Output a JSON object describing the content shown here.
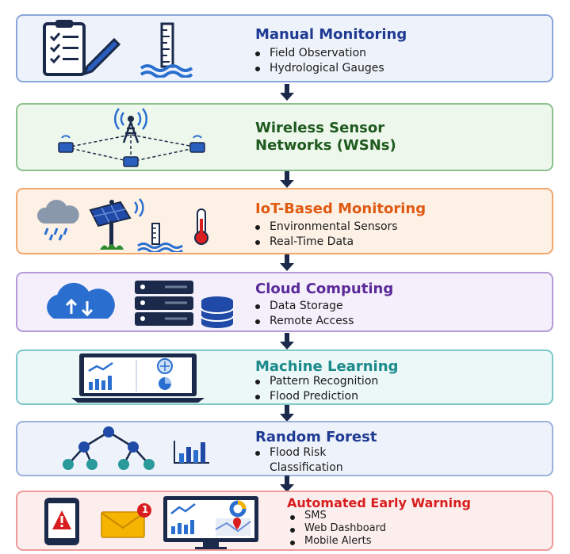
{
  "stages": [
    {
      "title": "Manual Monitoring",
      "bullets": [
        "Field Observation",
        "Hydrological Gauges"
      ],
      "color": "#1f3a93",
      "border": "#8aa6d8",
      "bg": "#eef3fb"
    },
    {
      "title": "Wireless Sensor",
      "title2": "Networks (WSNs)",
      "bullets": [],
      "color": "#1e5a1e",
      "border": "#8cc08c",
      "bg": "#eef7ec"
    },
    {
      "title": "IoT-Based Monitoring",
      "bullets": [
        "Environmental Sensors",
        "Real-Time Data"
      ],
      "color": "#e05a12",
      "border": "#f2a66a",
      "bg": "#fdf1e6"
    },
    {
      "title": "Cloud Computing",
      "bullets": [
        "Data Storage",
        "Remote Access"
      ],
      "color": "#5a2a9a",
      "border": "#b49ad8",
      "bg": "#f4effa"
    },
    {
      "title": "Machine Learning",
      "bullets": [
        "Pattern Recognition",
        "Flood Prediction"
      ],
      "color": "#1b8a8a",
      "border": "#7cc8c8",
      "bg": "#ecf7f7"
    },
    {
      "title": "Random Forest",
      "bullets": [
        "Flood Risk",
        "Classification"
      ],
      "color": "#1f3a93",
      "border": "#9ab2dc",
      "bg": "#eef3fb"
    },
    {
      "title": "Automated Early Warning",
      "bullets": [
        "SMS",
        "Web Dashboard",
        "Mobile Alerts"
      ],
      "color": "#d81e1e",
      "border": "#ee9a9a",
      "bg": "#fdeeee"
    }
  ],
  "icons": {
    "manual": [
      "clipboard-checklist-icon",
      "water-gauge-icon"
    ],
    "wsn": [
      "radio-tower-icon",
      "sensor-node-icon"
    ],
    "iot": [
      "rain-cloud-icon",
      "solar-sensor-icon",
      "water-gauge-icon",
      "thermometer-icon"
    ],
    "cloud": [
      "cloud-upload-icon",
      "server-rack-icon",
      "database-icon"
    ],
    "ml": [
      "laptop-dashboard-icon"
    ],
    "rf": [
      "decision-tree-icon",
      "bar-chart-icon"
    ],
    "warning": [
      "phone-alert-icon",
      "mail-notification-icon",
      "dashboard-map-icon"
    ]
  },
  "notification_count": "1"
}
